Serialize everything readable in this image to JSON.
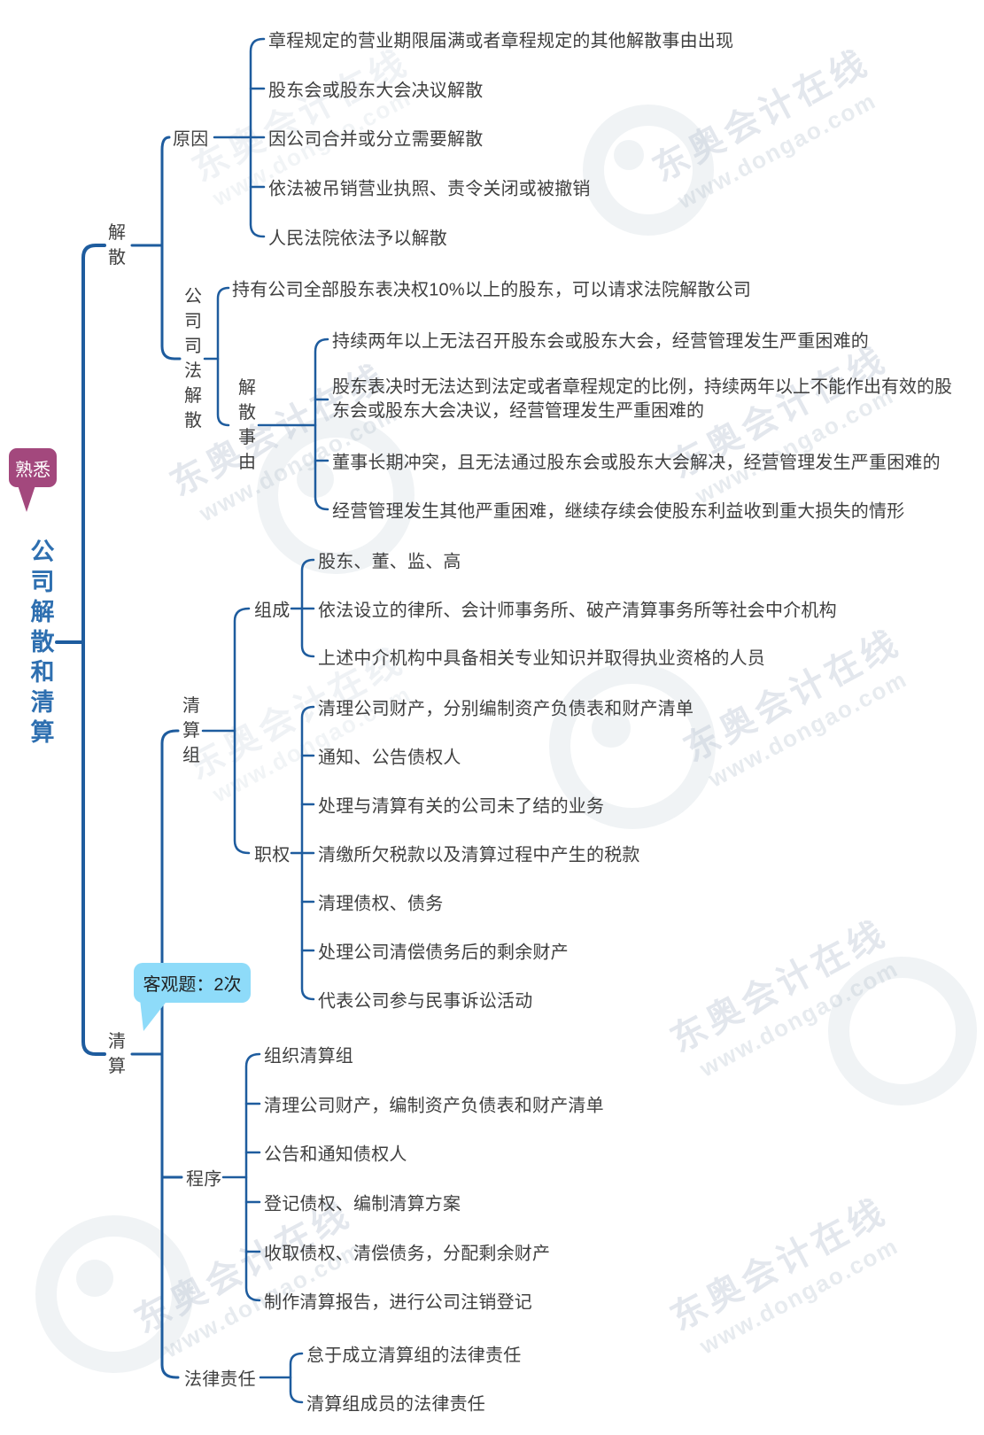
{
  "root": {
    "label": "公司解散和清算",
    "tag": "熟悉"
  },
  "callout": {
    "text": "客观题：2次"
  },
  "watermark": {
    "brand": "东奥会计在线",
    "url": "www.dongao.com"
  },
  "dissolution": {
    "label": "解散",
    "causes": {
      "label": "原因",
      "items": [
        "章程规定的营业期限届满或者章程规定的其他解散事由出现",
        "股东会或股东大会决议解散",
        "因公司合并或分立需要解散",
        "依法被吊销营业执照、责令关闭或被撤销",
        "人民法院依法予以解散"
      ]
    },
    "judicial": {
      "label": "公司司法解散",
      "claim": "持有公司全部股东表决权10%以上的股东，可以请求法院解散公司",
      "grounds": {
        "label": "解散事由",
        "items": [
          "持续两年以上无法召开股东会或股东大会，经营管理发生严重困难的",
          "股东表决时无法达到法定或者章程规定的比例，持续两年以上不能作出有效的股东会或股东大会决议，经营管理发生严重困难的",
          "董事长期冲突，且无法通过股东会或股东大会解决，经营管理发生严重困难的",
          "经营管理发生其他严重困难，继续存续会使股东利益收到重大损失的情形"
        ]
      }
    }
  },
  "liquidation": {
    "label": "清算",
    "group": {
      "label": "清算组",
      "composition": {
        "label": "组成",
        "items": [
          "股东、董、监、高",
          "依法设立的律所、会计师事务所、破产清算事务所等社会中介机构",
          "上述中介机构中具备相关专业知识并取得执业资格的人员"
        ]
      },
      "powers": {
        "label": "职权",
        "items": [
          "清理公司财产，分别编制资产负债表和财产清单",
          "通知、公告债权人",
          "处理与清算有关的公司未了结的业务",
          "清缴所欠税款以及清算过程中产生的税款",
          "清理债权、债务",
          "处理公司清偿债务后的剩余财产",
          "代表公司参与民事诉讼活动"
        ]
      }
    },
    "procedure": {
      "label": "程序",
      "items": [
        "组织清算组",
        "清理公司财产，编制资产负债表和财产清单",
        "公告和通知债权人",
        "登记债权、编制清算方案",
        "收取债权、清偿债务，分配剩余财产",
        "制作清算报告，进行公司注销登记"
      ]
    },
    "liability": {
      "label": "法律责任",
      "items": [
        "怠于成立清算组的法律责任",
        "清算组成员的法律责任"
      ]
    }
  },
  "colors": {
    "branch": "#1e5c9e",
    "root_text": "#2e6fb0",
    "tag_bg": "#a3487d",
    "callout_bg": "#8edbf9"
  }
}
